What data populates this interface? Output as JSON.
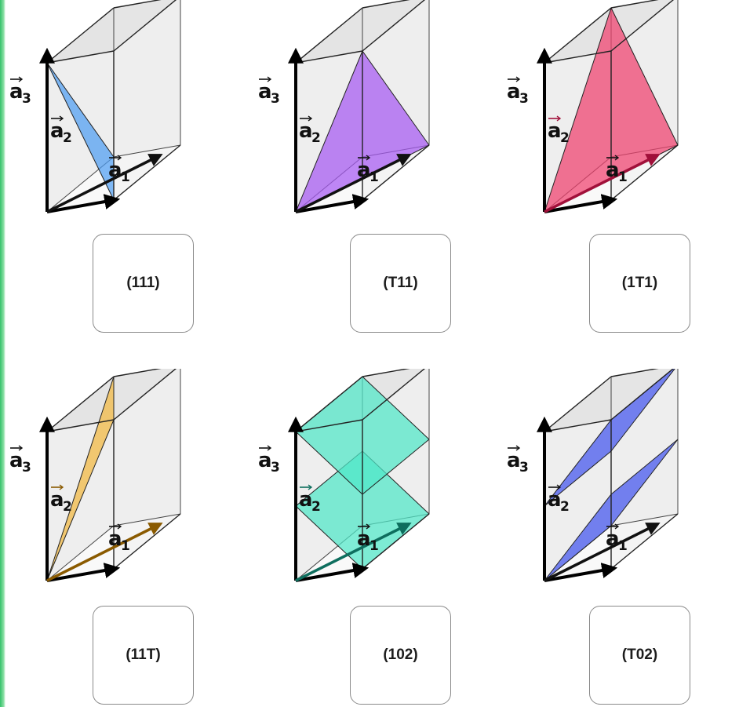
{
  "axis_labels": {
    "a1": "a",
    "a1_sub": "1",
    "a2": "a",
    "a2_sub": "2",
    "a3": "a",
    "a3_sub": "3"
  },
  "panels": [
    {
      "id": "111",
      "label": "(111)",
      "color": "#6fb1ff",
      "badge_color": "#69aef8",
      "plane_color": "#4f9ef2",
      "a2_color": "#111111"
    },
    {
      "id": "-111",
      "label": "(T11)",
      "color": "#b46cf8",
      "badge_color": "#c277f9",
      "plane_color": "#a659f2",
      "a2_color": "#111111"
    },
    {
      "id": "1-11",
      "label": "(1T1)",
      "color": "#f56e98",
      "badge_color": "#f97fa3",
      "plane_color": "#f0406e",
      "a2_color": "#a0103a"
    },
    {
      "id": "11-1",
      "label": "(11T)",
      "color": "#f7c567",
      "badge_color": "#f9cb6c",
      "plane_color": "#f3b940",
      "a2_color": "#8a5a00"
    },
    {
      "id": "102",
      "label": "(102)",
      "color": "#70f1d8",
      "badge_color": "#79f2dd",
      "plane_color": "#4fe8c8",
      "a2_color": "#0e6e5e"
    },
    {
      "id": "-102",
      "label": "(T02)",
      "color": "#5f6ff0",
      "badge_color": "#6677f2",
      "plane_color": "#4354ee",
      "a2_color": "#111111"
    }
  ]
}
